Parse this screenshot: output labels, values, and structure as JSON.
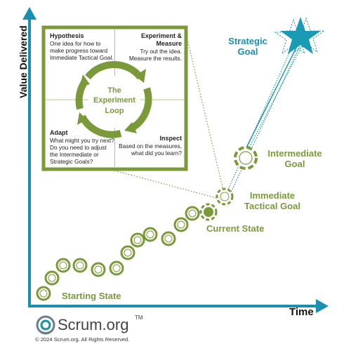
{
  "axes": {
    "y_label": "Value Delivered",
    "x_label": "Time"
  },
  "states": {
    "strategic_goal": "Strategic Goal",
    "intermediate_goal": "Intermediate Goal",
    "immediate_goal": "Immediate Tactical Goal",
    "current_state": "Current State",
    "starting_state": "Starting State"
  },
  "loop": {
    "title": "The Experiment Loop",
    "hypothesis": {
      "heading": "Hypothesis",
      "body": "One idea for how to make progress toward Immediate Tactical Goal."
    },
    "experiment": {
      "heading": "Experiment & Measure",
      "body": "Try out the idea. Measure the results."
    },
    "adapt": {
      "heading": "Adapt",
      "body": "What might you try next? Do you need to adjust the Intermediate or Strategic Goals?"
    },
    "inspect": {
      "heading": "Inspect",
      "body": "Based on the measures, what did you learn?"
    }
  },
  "brand": {
    "name": "Scrum.org",
    "trademark": "TM",
    "copyright": "© 2024 Scrum.org. All Rights Reserved."
  },
  "colors": {
    "green": "#7a9a3a",
    "teal": "#1a8fb0",
    "star": "#1a9ab4"
  }
}
